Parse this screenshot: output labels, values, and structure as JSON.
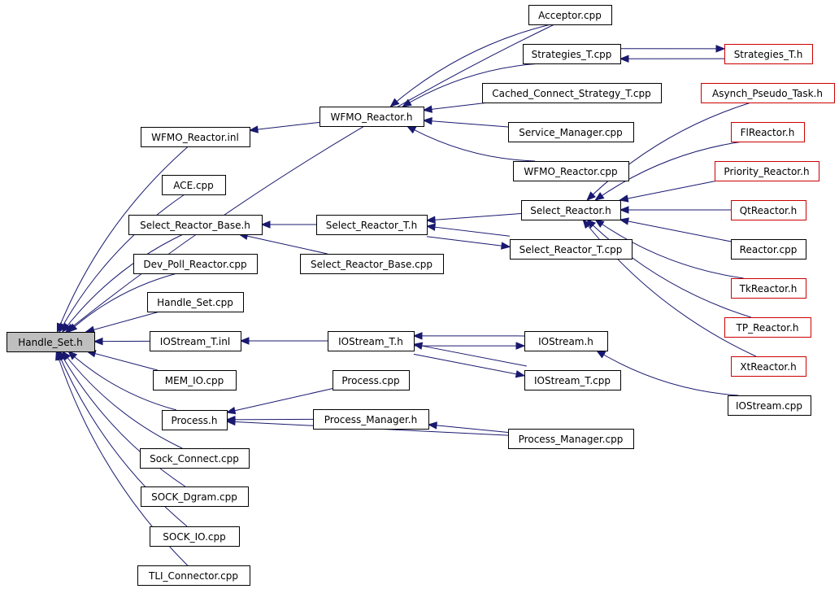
{
  "graph": {
    "nodes": [
      {
        "id": "handle_set_h",
        "label": "Handle_Set.h",
        "style": "root"
      },
      {
        "id": "acceptor_cpp",
        "label": "Acceptor.cpp",
        "style": "normal"
      },
      {
        "id": "strategies_t_cpp",
        "label": "Strategies_T.cpp",
        "style": "normal"
      },
      {
        "id": "strategies_t_h",
        "label": "Strategies_T.h",
        "style": "external"
      },
      {
        "id": "cached_connect_strategy_t_cpp",
        "label": "Cached_Connect_Strategy_T.cpp",
        "style": "normal"
      },
      {
        "id": "wfmo_reactor_h",
        "label": "WFMO_Reactor.h",
        "style": "normal"
      },
      {
        "id": "wfmo_reactor_inl",
        "label": "WFMO_Reactor.inl",
        "style": "normal"
      },
      {
        "id": "service_manager_cpp",
        "label": "Service_Manager.cpp",
        "style": "normal"
      },
      {
        "id": "wfmo_reactor_cpp",
        "label": "WFMO_Reactor.cpp",
        "style": "normal"
      },
      {
        "id": "asynch_pseudo_task_h",
        "label": "Asynch_Pseudo_Task.h",
        "style": "external"
      },
      {
        "id": "flreactor_h",
        "label": "FlReactor.h",
        "style": "external"
      },
      {
        "id": "ace_cpp",
        "label": "ACE.cpp",
        "style": "normal"
      },
      {
        "id": "priority_reactor_h",
        "label": "Priority_Reactor.h",
        "style": "external"
      },
      {
        "id": "select_reactor_base_h",
        "label": "Select_Reactor_Base.h",
        "style": "normal"
      },
      {
        "id": "select_reactor_t_h",
        "label": "Select_Reactor_T.h",
        "style": "normal"
      },
      {
        "id": "select_reactor_h",
        "label": "Select_Reactor.h",
        "style": "normal"
      },
      {
        "id": "qtreactor_h",
        "label": "QtReactor.h",
        "style": "external"
      },
      {
        "id": "select_reactor_t_cpp",
        "label": "Select_Reactor_T.cpp",
        "style": "normal"
      },
      {
        "id": "reactor_cpp",
        "label": "Reactor.cpp",
        "style": "normal"
      },
      {
        "id": "dev_poll_reactor_cpp",
        "label": "Dev_Poll_Reactor.cpp",
        "style": "normal"
      },
      {
        "id": "select_reactor_base_cpp",
        "label": "Select_Reactor_Base.cpp",
        "style": "normal"
      },
      {
        "id": "tkreactor_h",
        "label": "TkReactor.h",
        "style": "external"
      },
      {
        "id": "handle_set_cpp",
        "label": "Handle_Set.cpp",
        "style": "normal"
      },
      {
        "id": "tp_reactor_h",
        "label": "TP_Reactor.h",
        "style": "external"
      },
      {
        "id": "iostream_t_inl",
        "label": "IOStream_T.inl",
        "style": "normal"
      },
      {
        "id": "iostream_t_h",
        "label": "IOStream_T.h",
        "style": "normal"
      },
      {
        "id": "iostream_h",
        "label": "IOStream.h",
        "style": "normal"
      },
      {
        "id": "xtreactor_h",
        "label": "XtReactor.h",
        "style": "external"
      },
      {
        "id": "mem_io_cpp",
        "label": "MEM_IO.cpp",
        "style": "normal"
      },
      {
        "id": "process_cpp",
        "label": "Process.cpp",
        "style": "normal"
      },
      {
        "id": "iostream_t_cpp",
        "label": "IOStream_T.cpp",
        "style": "normal"
      },
      {
        "id": "iostream_cpp",
        "label": "IOStream.cpp",
        "style": "normal"
      },
      {
        "id": "process_h",
        "label": "Process.h",
        "style": "normal"
      },
      {
        "id": "process_manager_h",
        "label": "Process_Manager.h",
        "style": "normal"
      },
      {
        "id": "process_manager_cpp",
        "label": "Process_Manager.cpp",
        "style": "normal"
      },
      {
        "id": "sock_connect_cpp",
        "label": "Sock_Connect.cpp",
        "style": "normal"
      },
      {
        "id": "sock_dgram_cpp",
        "label": "SOCK_Dgram.cpp",
        "style": "normal"
      },
      {
        "id": "sock_io_cpp",
        "label": "SOCK_IO.cpp",
        "style": "normal"
      },
      {
        "id": "tli_connector_cpp",
        "label": "TLI_Connector.cpp",
        "style": "normal"
      }
    ],
    "edges": [
      {
        "from": "acceptor_cpp",
        "to": "handle_set_h"
      },
      {
        "from": "wfmo_reactor_inl",
        "to": "handle_set_h"
      },
      {
        "from": "ace_cpp",
        "to": "handle_set_h"
      },
      {
        "from": "select_reactor_base_h",
        "to": "handle_set_h"
      },
      {
        "from": "dev_poll_reactor_cpp",
        "to": "handle_set_h"
      },
      {
        "from": "handle_set_cpp",
        "to": "handle_set_h"
      },
      {
        "from": "iostream_t_inl",
        "to": "handle_set_h"
      },
      {
        "from": "mem_io_cpp",
        "to": "handle_set_h"
      },
      {
        "from": "process_h",
        "to": "handle_set_h"
      },
      {
        "from": "sock_connect_cpp",
        "to": "handle_set_h"
      },
      {
        "from": "sock_dgram_cpp",
        "to": "handle_set_h"
      },
      {
        "from": "sock_io_cpp",
        "to": "handle_set_h"
      },
      {
        "from": "tli_connector_cpp",
        "to": "handle_set_h"
      },
      {
        "from": "wfmo_reactor_h",
        "to": "wfmo_reactor_inl"
      },
      {
        "from": "acceptor_cpp",
        "to": "wfmo_reactor_h"
      },
      {
        "from": "strategies_t_cpp",
        "to": "wfmo_reactor_h"
      },
      {
        "from": "cached_connect_strategy_t_cpp",
        "to": "wfmo_reactor_h"
      },
      {
        "from": "service_manager_cpp",
        "to": "wfmo_reactor_h"
      },
      {
        "from": "wfmo_reactor_cpp",
        "to": "wfmo_reactor_h"
      },
      {
        "from": "strategies_t_cpp",
        "to": "strategies_t_h"
      },
      {
        "from": "strategies_t_h",
        "to": "strategies_t_cpp"
      },
      {
        "from": "select_reactor_t_h",
        "to": "select_reactor_base_h"
      },
      {
        "from": "select_reactor_base_cpp",
        "to": "select_reactor_base_h"
      },
      {
        "from": "select_reactor_h",
        "to": "select_reactor_t_h"
      },
      {
        "from": "select_reactor_t_cpp",
        "to": "select_reactor_t_h"
      },
      {
        "from": "select_reactor_t_h",
        "to": "select_reactor_t_cpp"
      },
      {
        "from": "asynch_pseudo_task_h",
        "to": "select_reactor_h"
      },
      {
        "from": "flreactor_h",
        "to": "select_reactor_h"
      },
      {
        "from": "priority_reactor_h",
        "to": "select_reactor_h"
      },
      {
        "from": "qtreactor_h",
        "to": "select_reactor_h"
      },
      {
        "from": "reactor_cpp",
        "to": "select_reactor_h"
      },
      {
        "from": "tkreactor_h",
        "to": "select_reactor_h"
      },
      {
        "from": "tp_reactor_h",
        "to": "select_reactor_h"
      },
      {
        "from": "xtreactor_h",
        "to": "select_reactor_h"
      },
      {
        "from": "iostream_t_h",
        "to": "iostream_t_inl"
      },
      {
        "from": "iostream_h",
        "to": "iostream_t_h"
      },
      {
        "from": "iostream_t_h",
        "to": "iostream_h"
      },
      {
        "from": "iostream_t_cpp",
        "to": "iostream_t_h"
      },
      {
        "from": "iostream_t_h",
        "to": "iostream_t_cpp"
      },
      {
        "from": "iostream_cpp",
        "to": "iostream_h"
      },
      {
        "from": "process_cpp",
        "to": "process_h"
      },
      {
        "from": "process_manager_h",
        "to": "process_h"
      },
      {
        "from": "process_manager_cpp",
        "to": "process_h"
      },
      {
        "from": "process_manager_cpp",
        "to": "process_manager_h"
      }
    ]
  },
  "colors": {
    "edge": "#191970",
    "node_border": "#000000",
    "external_border": "#cc0000",
    "root_fill": "#bfbfbf",
    "node_fill": "#ffffff",
    "background": "#ffffff"
  }
}
